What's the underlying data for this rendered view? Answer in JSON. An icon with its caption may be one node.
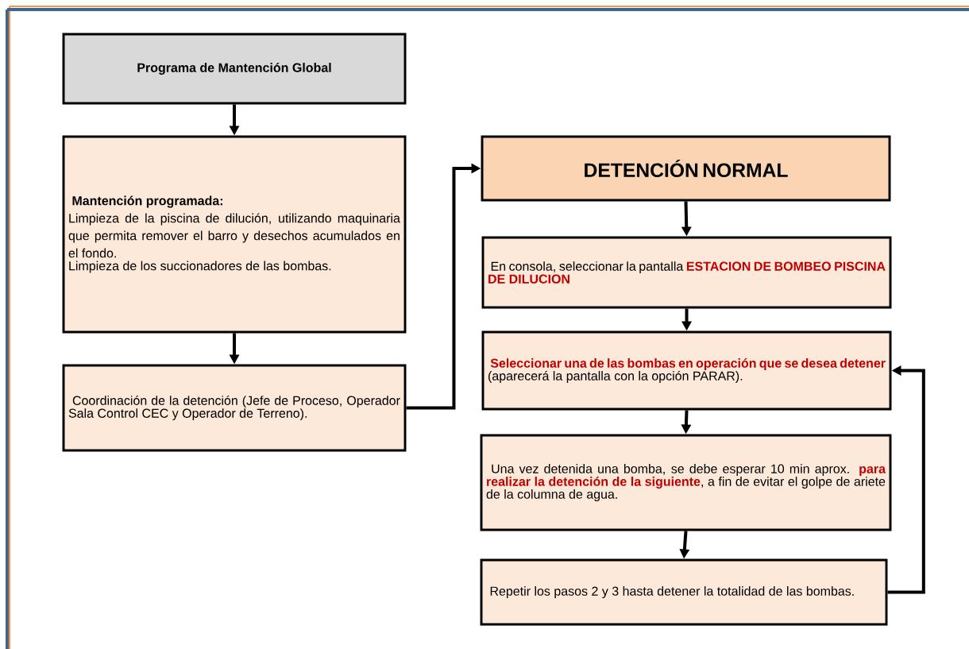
{
  "diagram": {
    "nodes": [
      {
        "text": [
          "Programa de Mantención Global"
        ]
      },
      {
        "text": [
          "Mantención programada:",
          "Limpieza de la piscina de dilución, utilizando maquinaria que permita remover el barro y desechos acumulados en el fondo.",
          "Limpieza de los succionadores de las bombas."
        ]
      },
      {
        "text": [
          "Coordinación de la detención (Jefe de Proceso, Operador Sala Control CEC y Operador de Terreno)."
        ]
      },
      {
        "text": [
          "DETENCIÓN NORMAL"
        ]
      },
      {
        "text": [
          "En consola, seleccionar la pantalla **ESTACION DE BOMBEO PISCINA DE DILUCION**"
        ]
      },
      {
        "text": [
          "**Seleccionar una de las bombas en operación que se desea detener** (aparecerá la pantalla con la opción PARAR)."
        ]
      },
      {
        "text": [
          "Una vez detenida una bomba, se debe esperar 10 min aprox. **para realizar la detención de la siguiente**, a fin de evitar el golpe de ariete de la columna de agua."
        ]
      },
      {
        "text": [
          "Repetir los pasos 2 y 3 hasta detener la totalidad de las bombas."
        ]
      }
    ],
    "edges": [
      {
        "from": 0,
        "to": 1,
        "arrow": "to"
      },
      {
        "from": 1,
        "to": 2,
        "arrow": "to"
      },
      {
        "from": 2,
        "to": 3,
        "arrow": "to"
      },
      {
        "from": 3,
        "to": 4,
        "arrow": "to"
      },
      {
        "from": 4,
        "to": 5,
        "arrow": "to"
      },
      {
        "from": 5,
        "to": 6,
        "arrow": "to"
      },
      {
        "from": 6,
        "to": 7,
        "arrow": "to"
      },
      {
        "from": 7,
        "to": 5,
        "arrow": "to"
      }
    ]
  }
}
